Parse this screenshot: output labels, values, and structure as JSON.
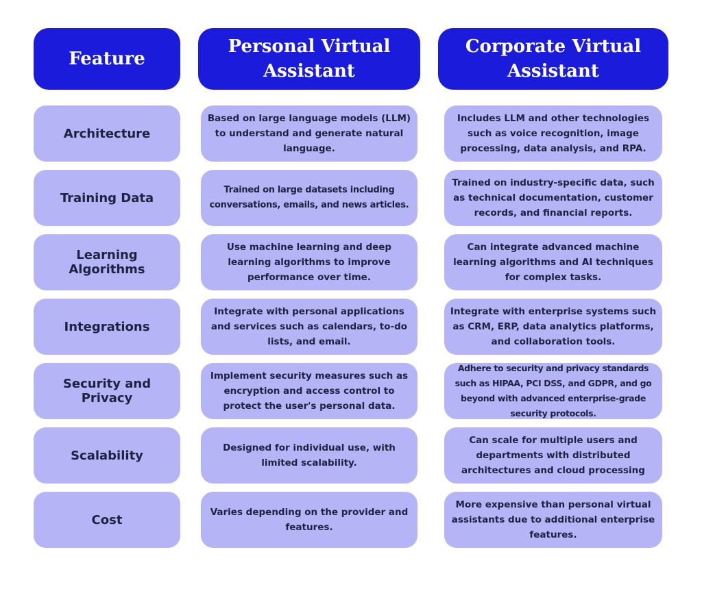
{
  "headers": {
    "feature": "Feature",
    "personal": "Personal Virtual Assistant",
    "corporate": "Corporate Virtual Assistant"
  },
  "rows": [
    {
      "feature": "Architecture",
      "personal": "Based on large language models (LLM) to understand and generate natural language.",
      "corporate": "Includes LLM and other technologies such as voice recognition, image processing, data analysis, and RPA."
    },
    {
      "feature": "Training Data",
      "personal": "Trained on large datasets including conversations, emails, and news articles.",
      "corporate": "Trained on industry-specific data, such as technical documentation, customer records, and financial reports."
    },
    {
      "feature": "Learning Algorithms",
      "personal": "Use machine learning and deep learning algorithms to improve performance over time.",
      "corporate": "Can integrate advanced machine learning algorithms and AI techniques for complex tasks."
    },
    {
      "feature": "Integrations",
      "personal": "Integrate with personal applications and services such as calendars, to-do lists, and email.",
      "corporate": "Integrate with enterprise systems such as CRM, ERP, data analytics platforms, and collaboration tools."
    },
    {
      "feature": "Security and Privacy",
      "personal": "Implement security measures such as encryption and access control to protect the user's personal data.",
      "corporate": "Adhere to security and privacy standards such as HIPAA, PCI DSS, and GDPR, and go beyond with advanced enterprise-grade security protocols."
    },
    {
      "feature": "Scalability",
      "personal": "Designed for individual use, with limited scalability.",
      "corporate": "Can scale for multiple users and departments with distributed architectures and cloud processing"
    },
    {
      "feature": "Cost",
      "personal": "Varies depending on the provider and features.",
      "corporate": "More expensive than personal virtual assistants due to additional enterprise features."
    }
  ],
  "colors": {
    "header_bg": "#1b1bdc",
    "cell_bg": "#b4b4f6",
    "cell_text": "#1a2340"
  }
}
